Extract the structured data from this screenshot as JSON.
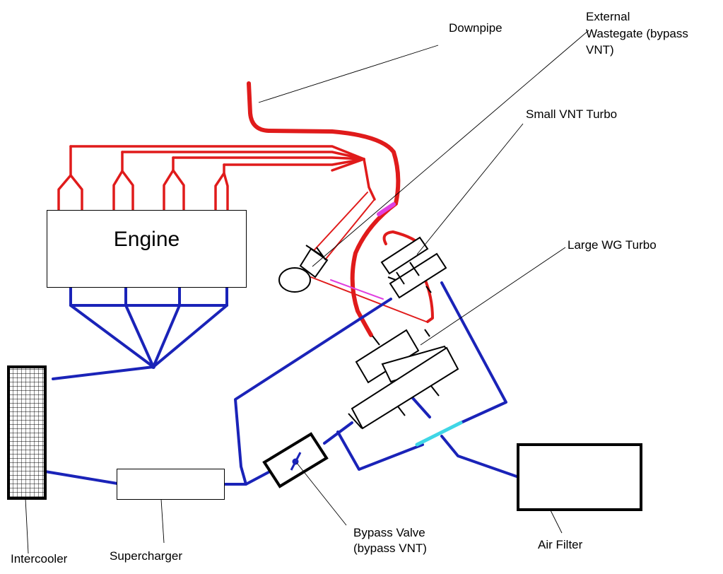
{
  "labels": {
    "downpipe": "Downpipe",
    "external_wastegate_line1": "External",
    "external_wastegate_line2": "Wastegate (bypass",
    "external_wastegate_line3": "VNT)",
    "small_vnt_turbo": "Small VNT Turbo",
    "large_wg_turbo": "Large WG Turbo",
    "engine": "Engine",
    "intercooler": "Intercooler",
    "supercharger": "Supercharger",
    "bypass_valve_line1": "Bypass Valve",
    "bypass_valve_line2": "(bypass VNT)",
    "air_filter": "Air Filter"
  },
  "colors": {
    "exhaust": "#e01b1b",
    "intake": "#1a23b8",
    "exhaust_crossover": "#e040e0",
    "intake_crossover": "#3fd6e6",
    "outline": "#000000"
  }
}
